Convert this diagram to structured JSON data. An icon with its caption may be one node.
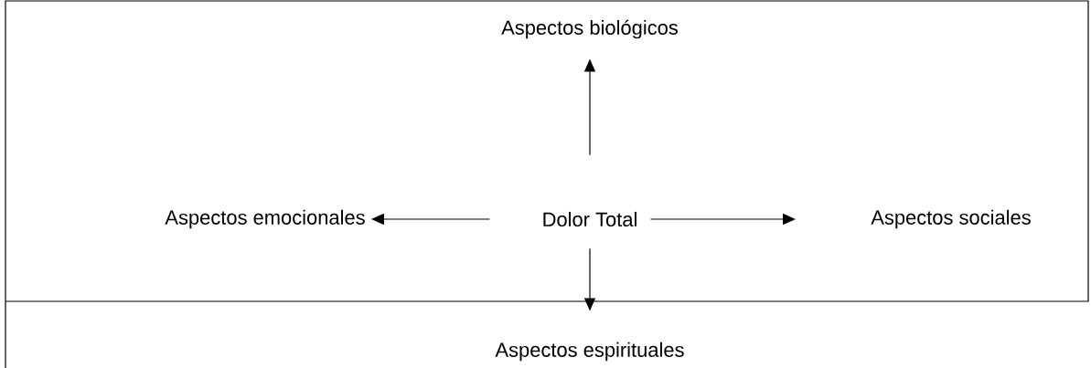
{
  "diagram": {
    "nodes": [
      {
        "text": [
          "Dolor Total"
        ]
      },
      {
        "text": [
          "Aspectos biológicos"
        ]
      },
      {
        "text": [
          "Aspectos emocionales"
        ]
      },
      {
        "text": [
          "Aspectos sociales"
        ]
      },
      {
        "text": [
          "Aspectos espirituales"
        ]
      }
    ],
    "edges": [
      {
        "from": 0,
        "to": 1,
        "arrow": "to"
      },
      {
        "from": 0,
        "to": 2,
        "arrow": "to"
      },
      {
        "from": 0,
        "to": 3,
        "arrow": "to"
      },
      {
        "from": 0,
        "to": 4,
        "arrow": "to"
      }
    ]
  }
}
